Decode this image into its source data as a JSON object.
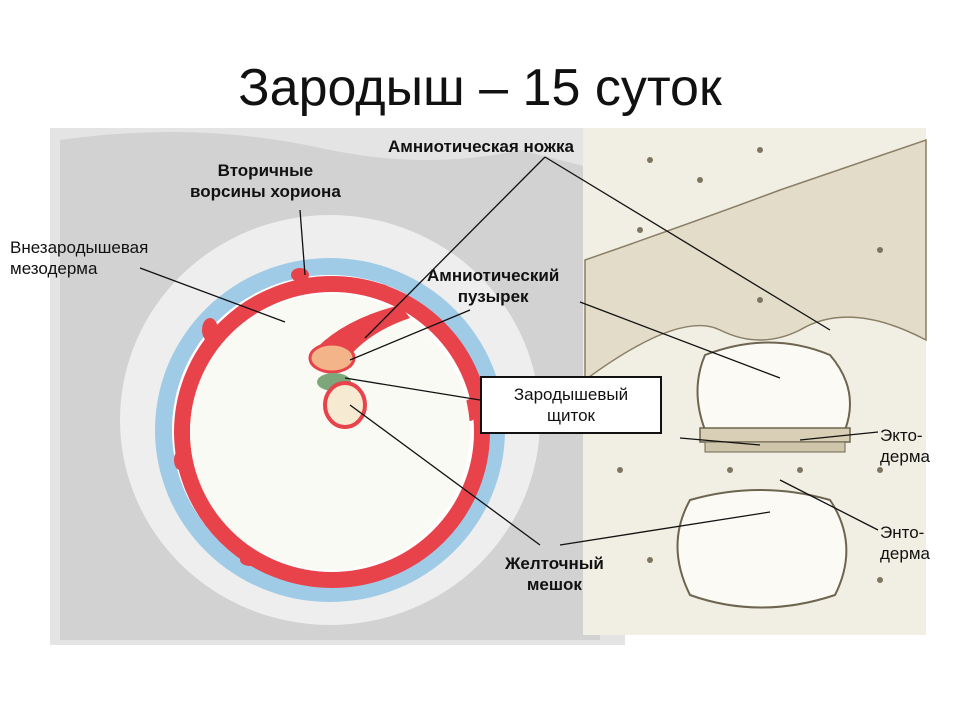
{
  "title": "Зародыш – 15 суток",
  "labels": {
    "secondary_villi": [
      "Вторичные",
      "ворсины хориона"
    ],
    "extra_mesoderm": [
      "Внезародышевая",
      "мезодерма"
    ],
    "amniotic_stalk": "Амниотическая ножка",
    "amniotic_vesicle": [
      "Амниотический",
      "пузырек"
    ],
    "germ_disc": [
      "Зародышевый",
      "щиток"
    ],
    "yolk_sac": [
      "Желточный",
      "мешок"
    ],
    "ectoderm": [
      "Экто-",
      "дерма"
    ],
    "endoderm": [
      "Энто-",
      "дерма"
    ]
  },
  "colors": {
    "mesoderm": "#e8434b",
    "chorion": "#8ec2e0",
    "tissue_gray": "#c9c9c9",
    "germ_green": "#7da77a",
    "amnion_orange": "#f3b48a"
  }
}
